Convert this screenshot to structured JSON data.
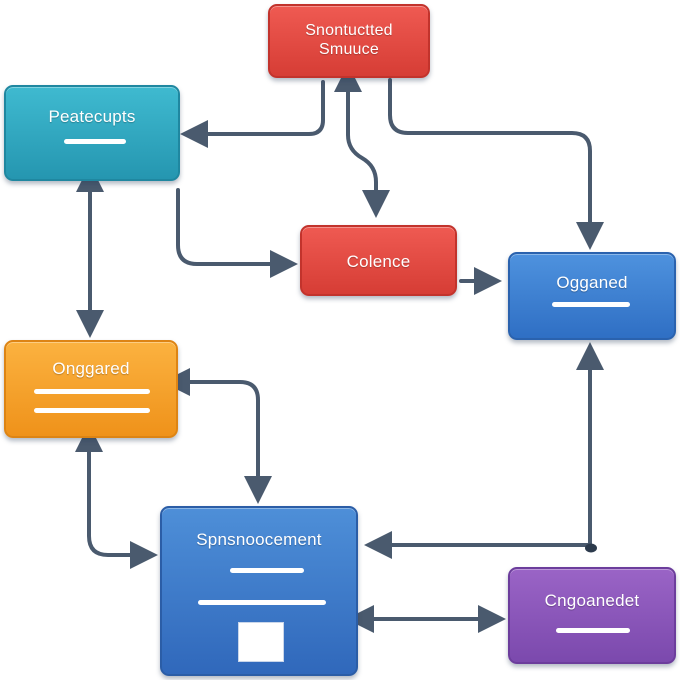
{
  "nodes": {
    "structured": {
      "label": "Snontuctted\nSmuuce",
      "color": "#e0473f"
    },
    "placements": {
      "label": "Peatecupts",
      "color": "#2fa8c2"
    },
    "coherence": {
      "label": "Colence",
      "color": "#e0473f"
    },
    "organized_right": {
      "label": "Ogganed",
      "color": "#3b7fd0"
    },
    "organized_left": {
      "label": "Onggared",
      "color": "#f6a12c"
    },
    "sponsorcement": {
      "label": "Spnsnoocement",
      "color": "#3a79c8"
    },
    "engagement": {
      "label": "Cngoanedet",
      "color": "#8a55ba"
    }
  },
  "edge_color": "#4a5a6e"
}
